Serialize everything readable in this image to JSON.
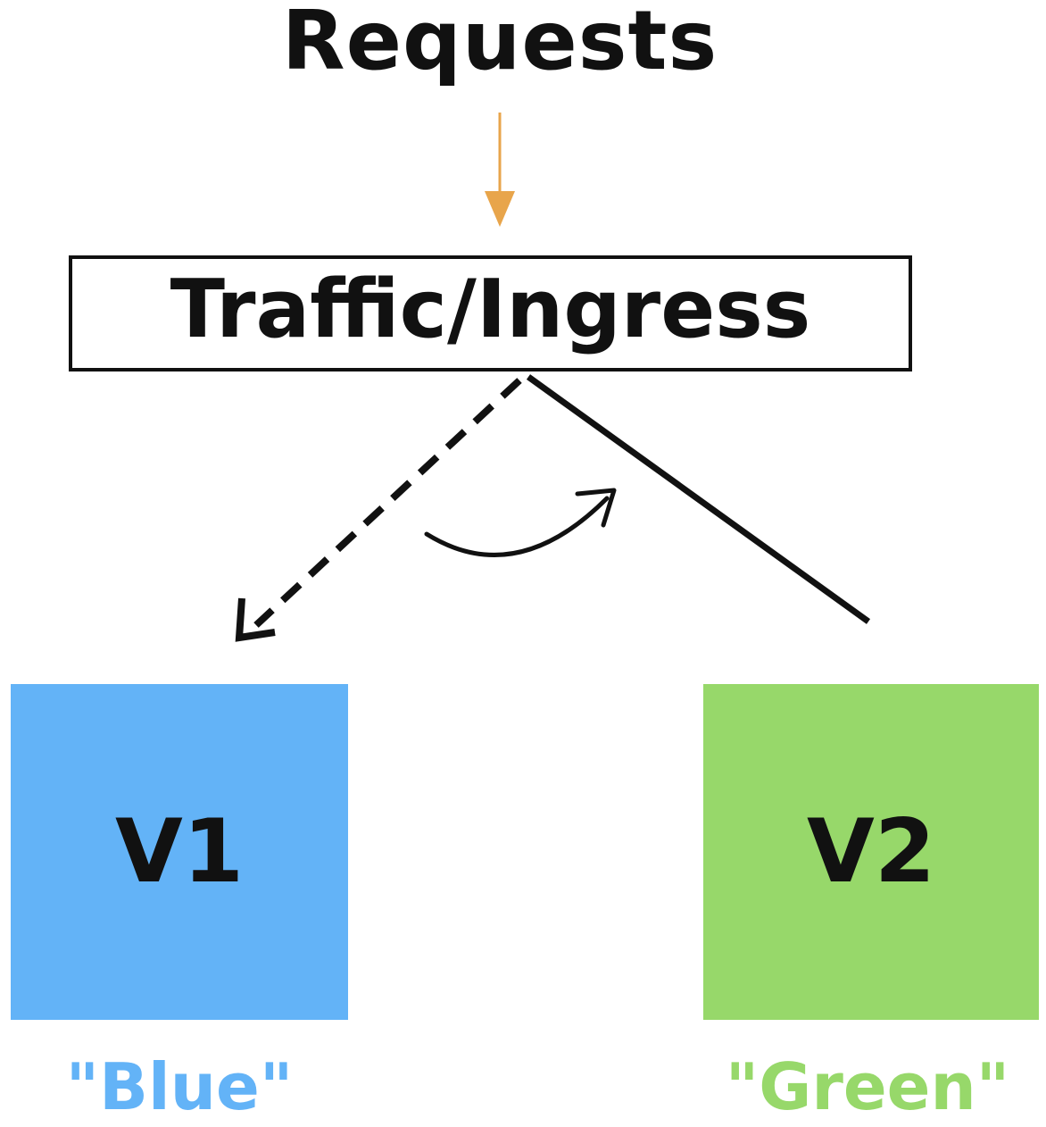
{
  "diagram": {
    "title": "Requests",
    "ingress_label": "Traffic/Ingress",
    "v1": {
      "label": "V1",
      "caption": "\"Blue\"",
      "color": "#63b3f7"
    },
    "v2": {
      "label": "V2",
      "caption": "\"Green\"",
      "color": "#97d86a"
    },
    "request_arrow_color": "#e8a54b",
    "line_color": "#111111"
  }
}
